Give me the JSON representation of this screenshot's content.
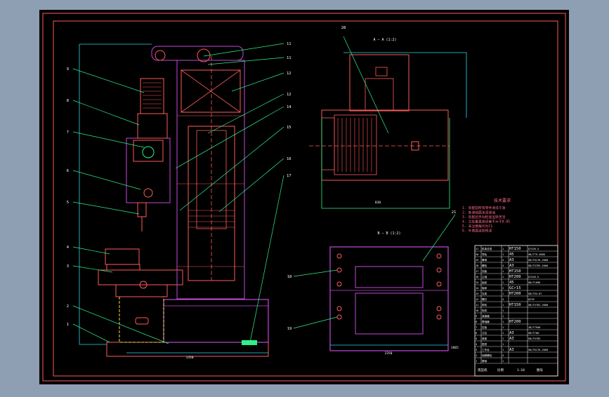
{
  "drawing": {
    "background": "#000000",
    "viewport_bg": "#8f9fb3",
    "colors": {
      "border": "#ff5a5a",
      "outline": "#ff5a5a",
      "cyan": "#27d8e6",
      "green": "#2ef18a",
      "magenta": "#c04ad8",
      "white": "#ffffff",
      "yellow": "#f0e040"
    },
    "view_labels": {
      "section_top": "A — A  (1:2)",
      "section_bottom": "B — B  (1:2)"
    },
    "balloons": {
      "left": [
        "9",
        "8",
        "7",
        "6",
        "5",
        "4",
        "3",
        "2",
        "1"
      ],
      "right": [
        "11",
        "11",
        "12",
        "12",
        "14",
        "15",
        "16",
        "17"
      ],
      "right_views": [
        "28",
        "21",
        "18",
        "19"
      ]
    },
    "dimensions": {
      "front_width": "1350",
      "plan_width": "830",
      "base_width": "2350",
      "base_mid": "1865"
    }
  },
  "title_block": {
    "rows": [
      [
        "21",
        "机架总成",
        "1",
        "HT150",
        "QT420-5"
      ],
      [
        "20",
        "导轨",
        "1",
        "45",
        "GB/T79-2000"
      ],
      [
        "19",
        "螺母",
        "4",
        "A3",
        "GB/T6170-2000"
      ],
      [
        "18",
        "螺栓",
        "4",
        "A3",
        "GB/T5783-2000"
      ],
      [
        "17",
        "挡板",
        "1",
        "HT150",
        ""
      ],
      [
        "16",
        "主轴",
        "1",
        "HT200",
        "QT420-5"
      ],
      [
        "15",
        "齿轮",
        "1",
        "45",
        "GB/T1096"
      ],
      [
        "14",
        "轴承",
        "2",
        "GCr15",
        ""
      ],
      [
        "13",
        "支架",
        "1",
        "HT200",
        "GB/T93-87"
      ],
      [
        "12",
        "螺钉",
        "4",
        "",
        "Q235"
      ],
      [
        "11",
        "带轮",
        "1",
        "HT150",
        "GB/T5782-2000"
      ],
      [
        "10",
        "电机",
        "1",
        "",
        ""
      ],
      [
        "9",
        "减速器",
        "1",
        "",
        ""
      ],
      [
        "8",
        "联轴器",
        "1",
        "HT200",
        ""
      ],
      [
        "7",
        "压板",
        "1",
        "",
        "JB/T7946"
      ],
      [
        "6",
        "立柱",
        "1",
        "A3",
        "GB/T700"
      ],
      [
        "5",
        "底座",
        "1",
        "A3",
        "GB/T5783"
      ],
      [
        "4",
        "垫铁",
        "1",
        "",
        ""
      ],
      [
        "3",
        "工作台",
        "1",
        "A3",
        "GB/T6170-2000"
      ],
      [
        "2",
        "地脚螺栓",
        "4",
        "",
        ""
      ],
      [
        "1",
        "基础",
        "1",
        "",
        ""
      ]
    ],
    "footer": [
      "液压机",
      "比例",
      "1:10",
      "图号"
    ]
  },
  "tech_notes": {
    "title": "技术要求",
    "lines": [
      "1. 装配前所有零件清洗干净",
      "2. 各滑动面涂润滑油",
      "3. 装配后手动检查运转灵活",
      "4. 立柱垂直度误差不大于0.05",
      "5. 未注倒角均为C1",
      "6. 外表面涂防锈漆"
    ]
  }
}
